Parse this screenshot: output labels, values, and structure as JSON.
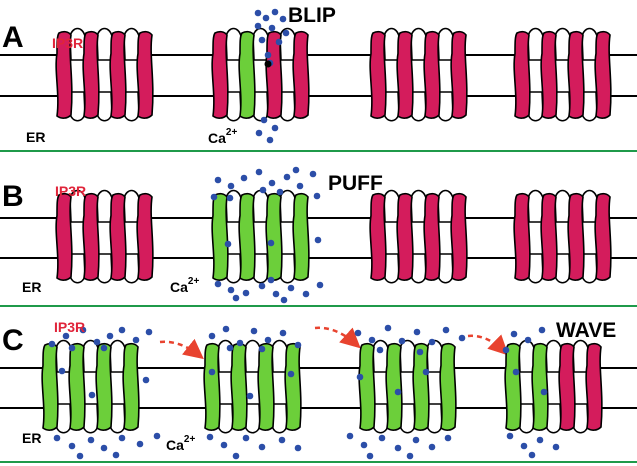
{
  "colors": {
    "closed": "#d41c5c",
    "open": "#6ccf3a",
    "outline": "#000000",
    "ion": "#2c4ea8",
    "divider": "#1f9a4a",
    "label_red": "#e0243a",
    "arrow": "#e8432f"
  },
  "panels": [
    {
      "letter": "A",
      "event": "BLIP",
      "receptor_label": "IP3R",
      "er_label": "ER",
      "ion_label": "Ca",
      "ion_charge": "2+",
      "clusters": [
        [
          "closed",
          "closed",
          "closed",
          "closed"
        ],
        [
          "closed",
          "open",
          "closed",
          "closed"
        ],
        [
          "closed",
          "closed",
          "closed",
          "closed"
        ],
        [
          "closed",
          "closed",
          "closed",
          "closed"
        ]
      ]
    },
    {
      "letter": "B",
      "event": "PUFF",
      "receptor_label": "IP3R",
      "er_label": "ER",
      "ion_label": "Ca",
      "ion_charge": "2+",
      "clusters": [
        [
          "closed",
          "closed",
          "closed",
          "closed"
        ],
        [
          "open",
          "open",
          "open",
          "open"
        ],
        [
          "closed",
          "closed",
          "closed",
          "closed"
        ],
        [
          "closed",
          "closed",
          "closed",
          "closed"
        ]
      ]
    },
    {
      "letter": "C",
      "event": "WAVE",
      "receptor_label": "IP3R",
      "er_label": "ER",
      "ion_label": "Ca",
      "ion_charge": "2+",
      "clusters": [
        [
          "open",
          "open",
          "open",
          "open"
        ],
        [
          "open",
          "open",
          "open",
          "open"
        ],
        [
          "open",
          "open",
          "open",
          "open"
        ],
        [
          "open",
          "open",
          "closed",
          "closed"
        ]
      ]
    }
  ]
}
